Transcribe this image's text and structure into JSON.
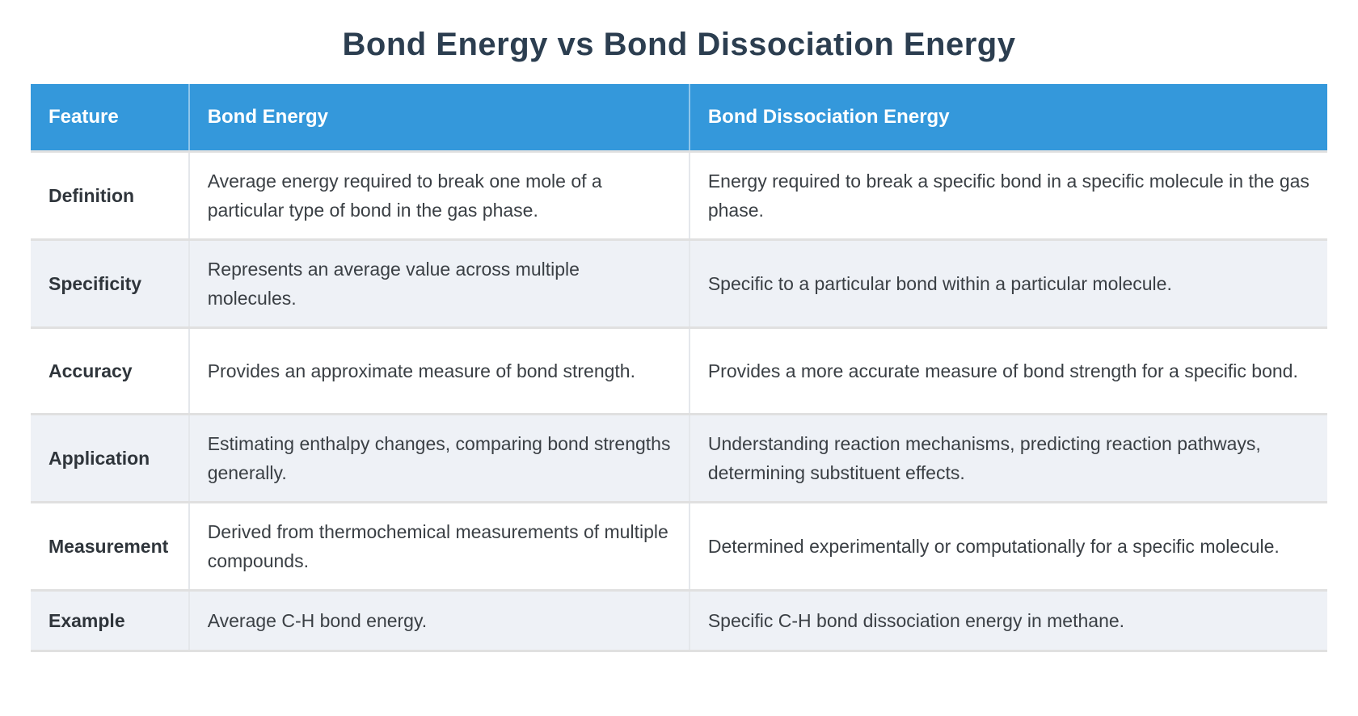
{
  "page": {
    "title": "Bond Energy vs Bond Dissociation Energy"
  },
  "table": {
    "columns": [
      "Feature",
      "Bond Energy",
      "Bond Dissociation Energy"
    ],
    "rows": [
      {
        "feature": "Definition",
        "bond_energy": "Average energy required to break one mole of a particular type of bond in the gas phase.",
        "bond_dissociation_energy": "Energy required to break a specific bond in a specific molecule in the gas phase."
      },
      {
        "feature": "Specificity",
        "bond_energy": "Represents an average value across multiple molecules.",
        "bond_dissociation_energy": "Specific to a particular bond within a particular molecule."
      },
      {
        "feature": "Accuracy",
        "bond_energy": "Provides an approximate measure of bond strength.",
        "bond_dissociation_energy": "Provides a more accurate measure of bond strength for a specific bond."
      },
      {
        "feature": "Application",
        "bond_energy": "Estimating enthalpy changes, comparing bond strengths generally.",
        "bond_dissociation_energy": "Understanding reaction mechanisms, predicting reaction pathways, determining substituent effects."
      },
      {
        "feature": "Measurement",
        "bond_energy": "Derived from thermochemical measurements of multiple compounds.",
        "bond_dissociation_energy": "Determined experimentally or computationally for a specific molecule."
      },
      {
        "feature": "Example",
        "bond_energy": "Average C-H bond energy.",
        "bond_dissociation_energy": "Specific C-H bond dissociation energy in methane."
      }
    ],
    "colors": {
      "header_bg": "#3498db",
      "header_text": "#ffffff",
      "row_bg": "#ffffff",
      "row_alt_bg": "#eef1f6",
      "border": "#e0e0e0",
      "title_text": "#2c3e50",
      "body_text": "#3a3f44"
    }
  }
}
